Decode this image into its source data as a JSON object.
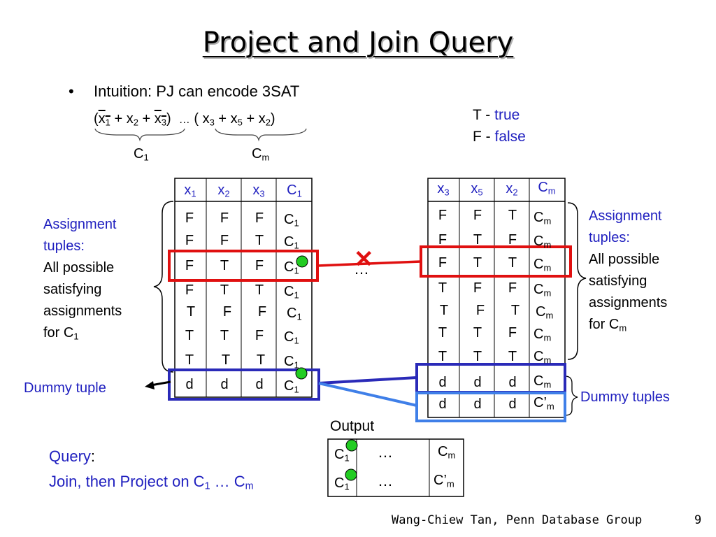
{
  "title": "Project and Join Query",
  "bullet": {
    "marker": "•",
    "text": "Intuition: PJ can encode 3SAT"
  },
  "formula": {
    "open": "(",
    "clause1": [
      {
        "var": "x",
        "sub": "1",
        "negated": true
      },
      {
        "var": "x",
        "sub": "2",
        "negated": false
      },
      {
        "var": "x",
        "sub": "3",
        "negated": true
      }
    ],
    "plus": "+",
    "close": ")",
    "ellipsis": "…",
    "clause2": [
      {
        "var": "x",
        "sub": "3"
      },
      {
        "var": "x",
        "sub": "5"
      },
      {
        "var": "x",
        "sub": "2"
      }
    ],
    "label1": {
      "base": "C",
      "sub": "1"
    },
    "label2": {
      "base": "C",
      "sub": "m"
    }
  },
  "legend": {
    "t_key": "T -",
    "t_val": "true",
    "f_key": "F -",
    "f_val": "false"
  },
  "left_table": {
    "headers": [
      {
        "base": "x",
        "sub": "1"
      },
      {
        "base": "x",
        "sub": "2"
      },
      {
        "base": "x",
        "sub": "3"
      },
      {
        "base": "C",
        "sub": "1"
      }
    ],
    "rows": [
      [
        "F",
        "F",
        "F",
        "C",
        "1"
      ],
      [
        "F",
        "F",
        "T",
        "C",
        "1"
      ],
      [
        "F",
        "T",
        "F",
        "C",
        "1"
      ],
      [
        "F",
        "T",
        "T",
        "C",
        "1"
      ],
      [
        "T",
        "F",
        "F",
        "C",
        "1"
      ],
      [
        "T",
        "T",
        "F",
        "C",
        "1"
      ],
      [
        "T",
        "T",
        "T",
        "C",
        "1"
      ]
    ],
    "dummy_row": [
      "d",
      "d",
      "d",
      "C",
      "1"
    ]
  },
  "right_table": {
    "headers": [
      {
        "base": "x",
        "sub": "3"
      },
      {
        "base": "x",
        "sub": "5"
      },
      {
        "base": "x",
        "sub": "2"
      },
      {
        "base": "C",
        "sub": "m"
      }
    ],
    "rows": [
      [
        "F",
        "F",
        "T",
        "C",
        "m"
      ],
      [
        "F",
        "T",
        "F",
        "C",
        "m"
      ],
      [
        "F",
        "T",
        "T",
        "C",
        "m"
      ],
      [
        "T",
        "F",
        "F",
        "C",
        "m"
      ],
      [
        "T",
        "F",
        "T",
        "C",
        "m"
      ],
      [
        "T",
        "T",
        "F",
        "C",
        "m"
      ],
      [
        "T",
        "T",
        "T",
        "C",
        "m"
      ]
    ],
    "dummy_rows": [
      [
        "d",
        "d",
        "d",
        "C",
        "m"
      ],
      [
        "d",
        "d",
        "d",
        "C’",
        "m"
      ]
    ]
  },
  "left_note": {
    "line1": "Assignment",
    "line2": "tuples:",
    "line3": "All possible",
    "line4": "satisfying",
    "line5": "assignments",
    "line6_base": "for C",
    "line6_sub": "1"
  },
  "right_note": {
    "line1": "Assignment",
    "line2": "tuples:",
    "line3": "All possible",
    "line4": "satisfying",
    "line5": "assignments",
    "line6_base": "for C",
    "line6_sub": "m"
  },
  "middle_ellipsis": "…",
  "cross_mark": "✕",
  "dummy_tuple_label": "Dummy tuple",
  "dummy_tuples_label": "Dummy tuples",
  "output": {
    "label": "Output",
    "row1": {
      "left_base": "C",
      "left_sub": "1",
      "mid": "…",
      "right_base": "C",
      "right_sub": "m"
    },
    "row2": {
      "left_base": "C",
      "left_sub": "1",
      "mid": "…",
      "right_base": "C’",
      "right_sub": "m"
    }
  },
  "query": {
    "label": "Query",
    "colon": ":",
    "line2_base": "Join, then Project on C",
    "line2_sub1": "1",
    "line2_mid": " … C",
    "line2_sub2": "m"
  },
  "footer": {
    "credit": "Wang-Chiew Tan, Penn Database Group",
    "page": "9"
  },
  "colors": {
    "accent_blue": "#1f1fbf",
    "highlight_red": "#e01010",
    "dummy_dark_blue": "#2a2ab8",
    "dummy_light_blue": "#3f7fe8",
    "dot_green": "#22cc22"
  }
}
